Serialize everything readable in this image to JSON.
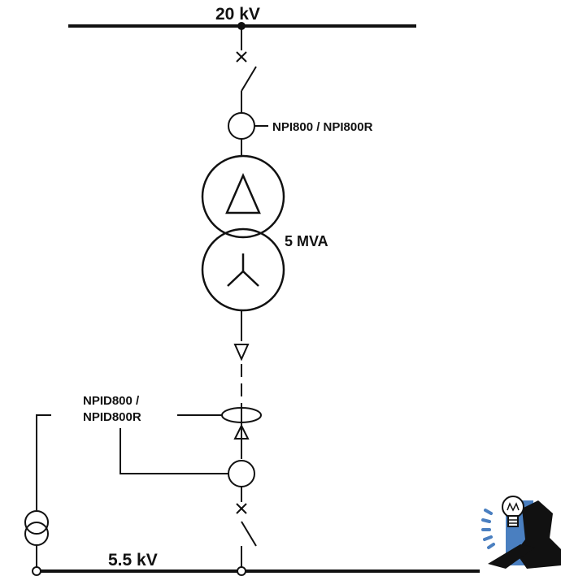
{
  "labels": {
    "hv_bus": "20  kV",
    "lv_bus": "5.5  kV",
    "relay_top": "NPI800 / NPI800R",
    "transformer_rating": "5  MVA",
    "relay_diff_line1": "NPID800 /",
    "relay_diff_line2": "NPID800R"
  },
  "colors": {
    "line": "#111111",
    "icon_accent": "#4a7fc0"
  },
  "icons": {
    "idea_figure": "lightbulb-person-icon"
  }
}
